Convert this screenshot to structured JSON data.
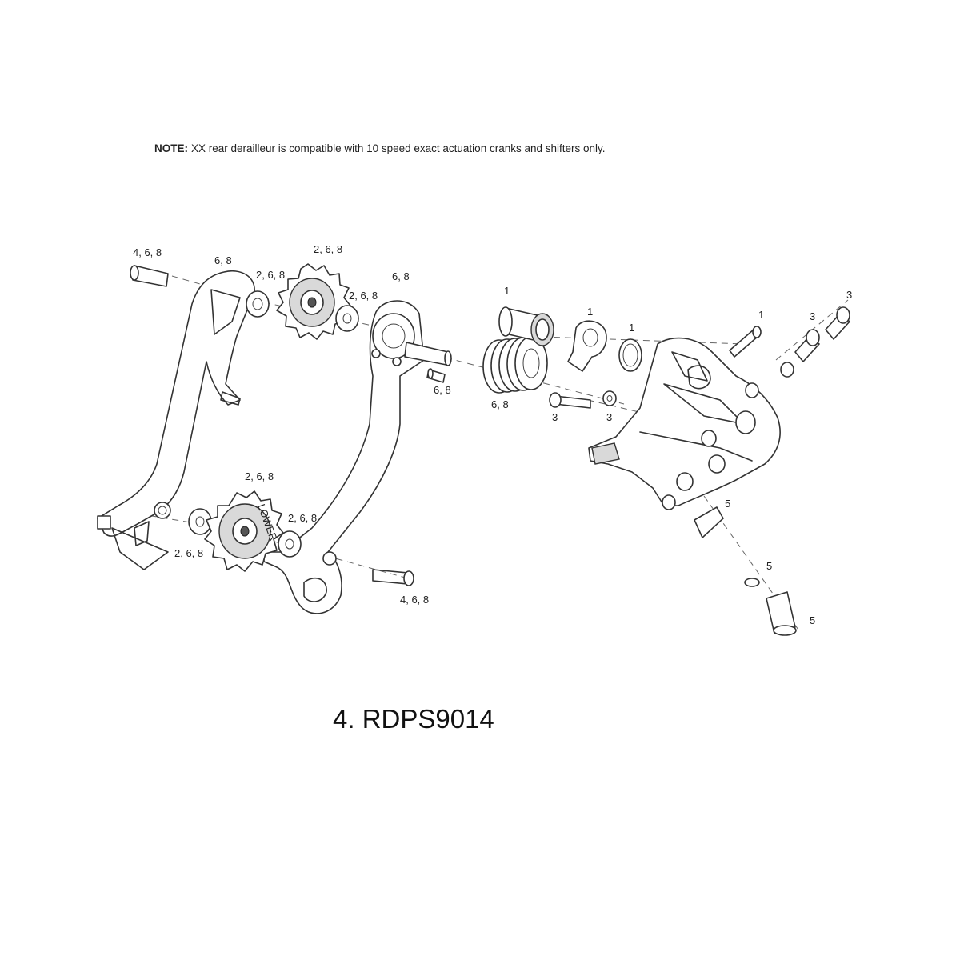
{
  "note": {
    "label": "NOTE:",
    "text": "XX rear derailleur is compatible with 10 speed exact actuation cranks and shifters only."
  },
  "caption": "4. RDPS9014",
  "wheel_text": "LOWER",
  "callouts": {
    "upper_bolt": "4, 6, 8",
    "outer_cage": "6, 8",
    "upper_outer_washer": "2, 6, 8",
    "upper_pulley": "2, 6, 8",
    "upper_inner_washer": "2, 6, 8",
    "inner_cage": "6, 8",
    "cage_stop_screw": "6, 8",
    "spring": "6, 8",
    "pivot_bushing": "1",
    "cage_stop_plate": "1",
    "seal_ring": "1",
    "pin": "1",
    "limit_screw_a": "3",
    "limit_screw_b": "3",
    "cable_bolt": "3",
    "cable_washer": "3",
    "cable_pinch_cover": "5",
    "mount_clip": "5",
    "mount_bolt": "5",
    "lower_outer_washer": "2, 6, 8",
    "lower_pulley": "2, 6, 8",
    "lower_inner_washer": "2, 6, 8",
    "lower_bolt": "4, 6, 8"
  },
  "icons": [
    "exploded-derailleur-drawing"
  ]
}
